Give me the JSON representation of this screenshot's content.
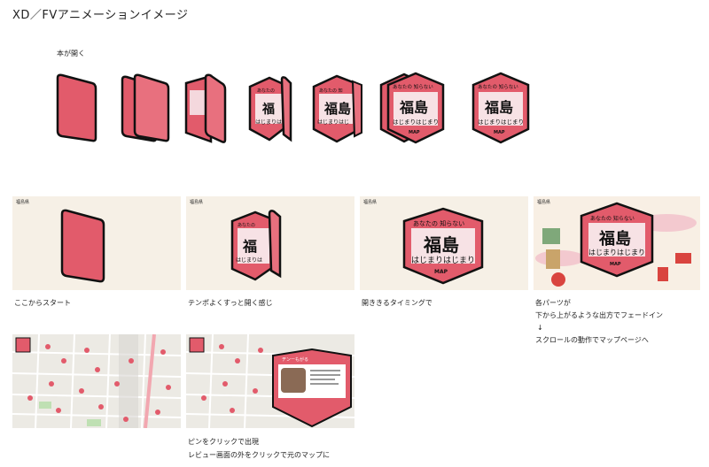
{
  "title": "XD／FVアニメーションイメージ",
  "book": {
    "label": "本が開く",
    "sign_top": "あなたの 知らない",
    "sign_main": "福島",
    "sign_sub": "はじまりはじまり",
    "sign_map": "MAP"
  },
  "panels": {
    "logo": "福島県",
    "pink": "#e25b6b",
    "captions": {
      "p1": "ここからスタート",
      "p2": "テンポよくすっと開く感じ",
      "p3": "開ききるタイミングで",
      "p4_l1": "各パーツが",
      "p4_l2": "下から上がるような出方でフェードイン",
      "p4_l3": "↓",
      "p4_l4": "スクロールの動作でマップページへ",
      "p6_l1": "ピンをクリックで出現",
      "p6_l2": "レビュー画面の外をクリックで元のマップに"
    },
    "review_title": "ヂンーもがる"
  }
}
